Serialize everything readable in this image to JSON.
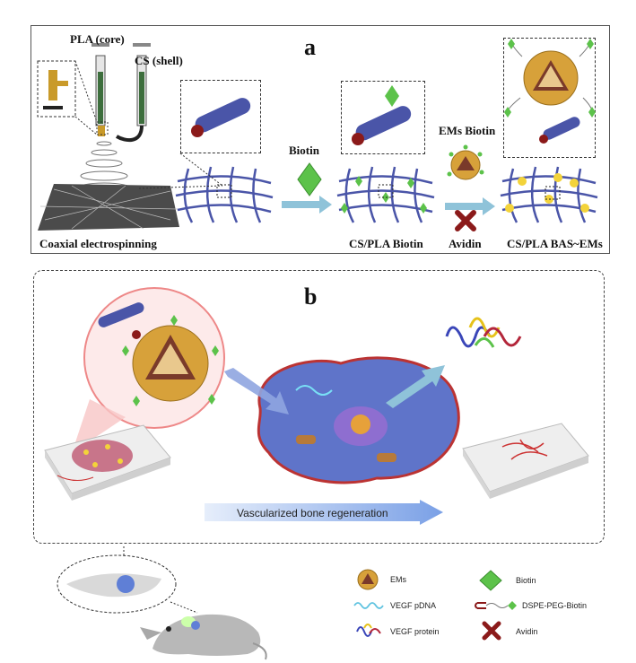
{
  "panel_a": {
    "letter": "a",
    "labels": {
      "pla_core": "PLA (core)",
      "cs_shell": "CS (shell)",
      "coaxial": "Coaxial electrospinning",
      "biotin": "Biotin",
      "cs_pla_biotin": "CS/PLA Biotin",
      "ems_biotin": "EMs Biotin",
      "avidin": "Avidin",
      "cs_pla_bas_ems": "CS/PLA BAS~EMs"
    }
  },
  "panel_b": {
    "letter": "b",
    "arrow_caption": "Vascularized bone regeneration"
  },
  "legend": [
    {
      "icon": "ems-icon",
      "label": "EMs"
    },
    {
      "icon": "biotin-icon",
      "label": "Biotin"
    },
    {
      "icon": "vegf-pdna-icon",
      "label": "VEGF pDNA"
    },
    {
      "icon": "dspe-peg-biotin-icon",
      "label": "DSPE-PEG-Biotin"
    },
    {
      "icon": "vegf-protein-icon",
      "label": "VEGF protein"
    },
    {
      "icon": "avidin-icon",
      "label": "Avidin"
    }
  ],
  "colors": {
    "fiber": "#4a55a8",
    "biotin_green": "#5cc24a",
    "avidin_red": "#8b1a1a",
    "ems_gold": "#d7a13a",
    "arrow_blue": "#8fc3d9",
    "cell_blue": "#5f74c9"
  }
}
